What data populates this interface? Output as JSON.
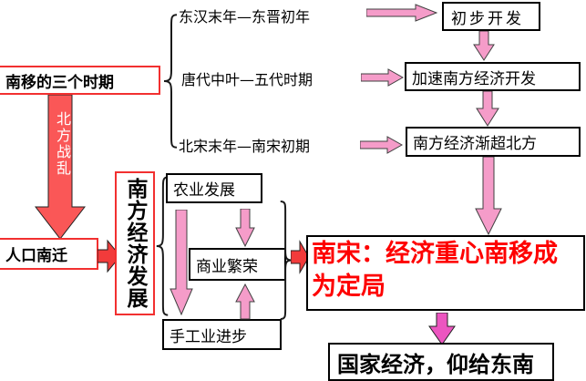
{
  "diagram": {
    "periods_title": "南移的三个时期",
    "periods": [
      "东汉末年—东晋初年",
      "唐代中叶—五代时期",
      "北宋末年—南宋初期"
    ],
    "stage_results": [
      "初步开发",
      "加速南方经济开发",
      "南方经济渐超北方"
    ],
    "cause_vertical": "北方战乱",
    "migration": "人口南迁",
    "south_econ_vertical": "南方经济发展",
    "sectors": [
      "农业发展",
      "商业繁荣",
      "手工业进步"
    ],
    "conclusion_line1": "南宋：经济重心南移成",
    "conclusion_line2": "为定局",
    "national_economy": "国家经济，仰给东南"
  },
  "colors": {
    "arrow_pink": "#F59CC9",
    "arrow_magenta": "#EC55C0",
    "arrow_red_band": "#FA5757",
    "arrow_red": "#F23B3B",
    "box_border_red": "#F23030",
    "box_border_black": "#000000",
    "conclusion_text_red": "#FE0000"
  }
}
